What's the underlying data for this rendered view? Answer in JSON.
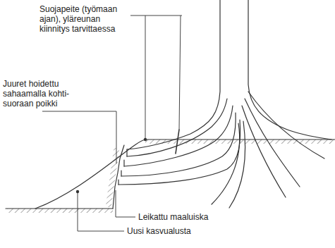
{
  "diagram": {
    "labels": [
      "Suojapeite (työmaan ajan), yläreunan kiinnitys tarvittaessa",
      "Juuret hoidettu sahaamalla kohti-suoraan poikki",
      "Leikattu maaluiska",
      "Uusi kasvualusta"
    ]
  }
}
